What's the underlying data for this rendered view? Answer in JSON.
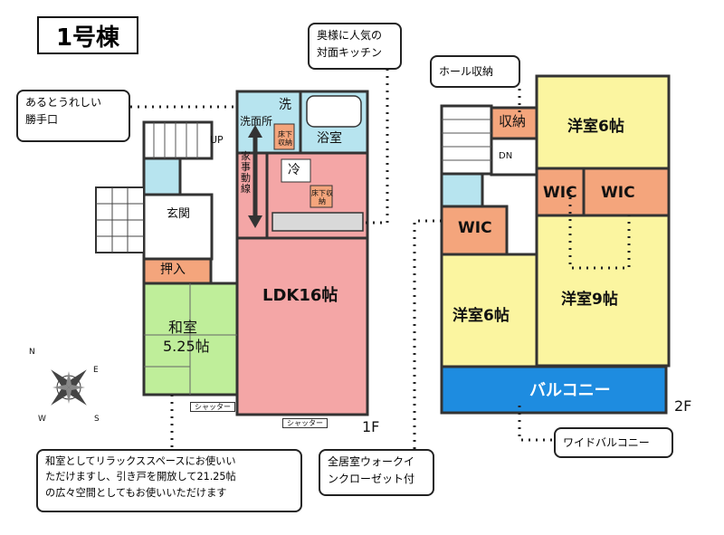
{
  "building_title": "1号棟",
  "floor_labels": {
    "first": "1F",
    "second": "2F"
  },
  "rooms_1f": {
    "ldk": "LDK16帖",
    "washitsu_name": "和室",
    "washitsu_size": "5.25帖",
    "oshiire": "押入",
    "genkan": "玄関",
    "bath": "浴室",
    "washroom": "洗面所",
    "laundry": "洗",
    "fridge": "冷",
    "underfloor_storage": "床下収納",
    "up_mark": "UP",
    "housework_line": "家事動線",
    "shutter": "シャッター"
  },
  "rooms_2f": {
    "bedroom_a": "洋室6帖",
    "bedroom_b": "洋室6帖",
    "bedroom_c": "洋室9帖",
    "wic": "WIC",
    "storage": "収納",
    "balcony": "バルコニー",
    "dn_mark": "DN"
  },
  "callouts": {
    "back_door_lines": [
      "あるとうれしい",
      "勝手口"
    ],
    "kitchen_lines": [
      "奥様に人気の",
      "対面キッチン"
    ],
    "hall_storage": "ホール収納",
    "wide_balcony": "ワイドバルコニー",
    "walkin_lines": [
      "全居室ウォークイ",
      "ンクローゼット付"
    ],
    "washitsu_note_lines": [
      "和室としてリラックススペースにお使いい",
      "ただけますし、引き戸を開放して21.25帖",
      "の広々空間としてもお使いいただけます"
    ]
  },
  "compass_letters": [
    "N",
    "E",
    "S",
    "W"
  ],
  "colors": {
    "ldk": "#f4a6a6",
    "washitsu": "#bfee9a",
    "bedroom": "#fbf5a0",
    "wic_storage": "#f4a57c",
    "wet_area": "#b7e4ef",
    "balcony": "#1e8ce0",
    "wall": "#333333"
  }
}
